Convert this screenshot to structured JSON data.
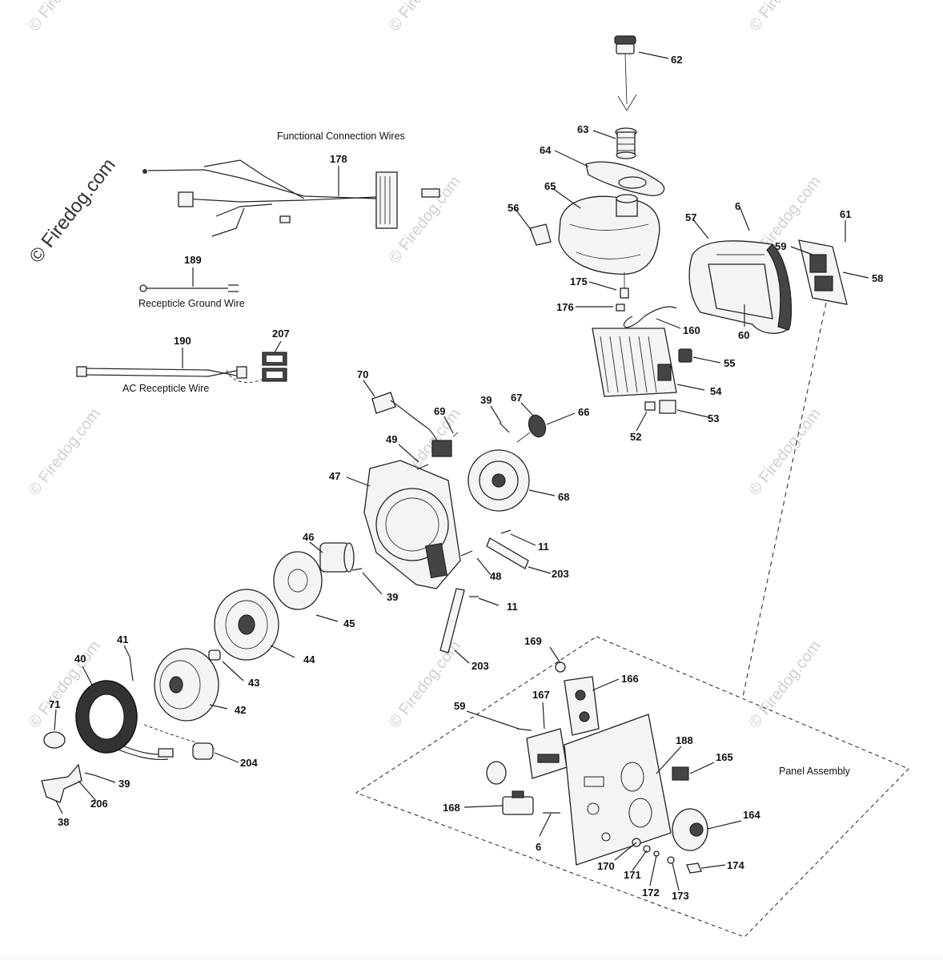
{
  "watermark": {
    "text": "© Firedog.com",
    "main_text": "© Firedog.com",
    "color": "#cfcfcf"
  },
  "captions": {
    "functional_wires": "Functional Connection Wires",
    "ground_wire": "Recepticle Ground Wire",
    "ac_wire": "AC Recepticle Wire",
    "panel_assembly": "Panel Assembly"
  },
  "callouts": [
    {
      "id": "c62",
      "label": "62"
    },
    {
      "id": "c63",
      "label": "63"
    },
    {
      "id": "c64",
      "label": "64"
    },
    {
      "id": "c65",
      "label": "65"
    },
    {
      "id": "c56",
      "label": "56"
    },
    {
      "id": "c57",
      "label": "57"
    },
    {
      "id": "c6a",
      "label": "6"
    },
    {
      "id": "c61",
      "label": "61"
    },
    {
      "id": "c59a",
      "label": "59"
    },
    {
      "id": "c58",
      "label": "58"
    },
    {
      "id": "c175",
      "label": "175"
    },
    {
      "id": "c176",
      "label": "176"
    },
    {
      "id": "c160",
      "label": "160"
    },
    {
      "id": "c60",
      "label": "60"
    },
    {
      "id": "c55",
      "label": "55"
    },
    {
      "id": "c54",
      "label": "54"
    },
    {
      "id": "c53",
      "label": "53"
    },
    {
      "id": "c52",
      "label": "52"
    },
    {
      "id": "c178",
      "label": "178"
    },
    {
      "id": "c189",
      "label": "189"
    },
    {
      "id": "c190",
      "label": "190"
    },
    {
      "id": "c207",
      "label": "207"
    },
    {
      "id": "c70",
      "label": "70"
    },
    {
      "id": "c39a",
      "label": "39"
    },
    {
      "id": "c67",
      "label": "67"
    },
    {
      "id": "c66",
      "label": "66"
    },
    {
      "id": "c69",
      "label": "69"
    },
    {
      "id": "c49",
      "label": "49"
    },
    {
      "id": "c47",
      "label": "47"
    },
    {
      "id": "c68",
      "label": "68"
    },
    {
      "id": "c46",
      "label": "46"
    },
    {
      "id": "c11a",
      "label": "11"
    },
    {
      "id": "c48",
      "label": "48"
    },
    {
      "id": "c203a",
      "label": "203"
    },
    {
      "id": "c39b",
      "label": "39"
    },
    {
      "id": "c45",
      "label": "45"
    },
    {
      "id": "c11b",
      "label": "11"
    },
    {
      "id": "c41",
      "label": "41"
    },
    {
      "id": "c40",
      "label": "40"
    },
    {
      "id": "c44",
      "label": "44"
    },
    {
      "id": "c203b",
      "label": "203"
    },
    {
      "id": "c43",
      "label": "43"
    },
    {
      "id": "c169",
      "label": "169"
    },
    {
      "id": "c166",
      "label": "166"
    },
    {
      "id": "c42",
      "label": "42"
    },
    {
      "id": "c71",
      "label": "71"
    },
    {
      "id": "c167",
      "label": "167"
    },
    {
      "id": "c59b",
      "label": "59"
    },
    {
      "id": "c188",
      "label": "188"
    },
    {
      "id": "c204",
      "label": "204"
    },
    {
      "id": "c165",
      "label": "165"
    },
    {
      "id": "c39c",
      "label": "39"
    },
    {
      "id": "c206",
      "label": "206"
    },
    {
      "id": "c38",
      "label": "38"
    },
    {
      "id": "c168",
      "label": "168"
    },
    {
      "id": "c164",
      "label": "164"
    },
    {
      "id": "c6b",
      "label": "6"
    },
    {
      "id": "c170",
      "label": "170"
    },
    {
      "id": "c171",
      "label": "171"
    },
    {
      "id": "c174",
      "label": "174"
    },
    {
      "id": "c172",
      "label": "172"
    },
    {
      "id": "c173",
      "label": "173"
    }
  ]
}
